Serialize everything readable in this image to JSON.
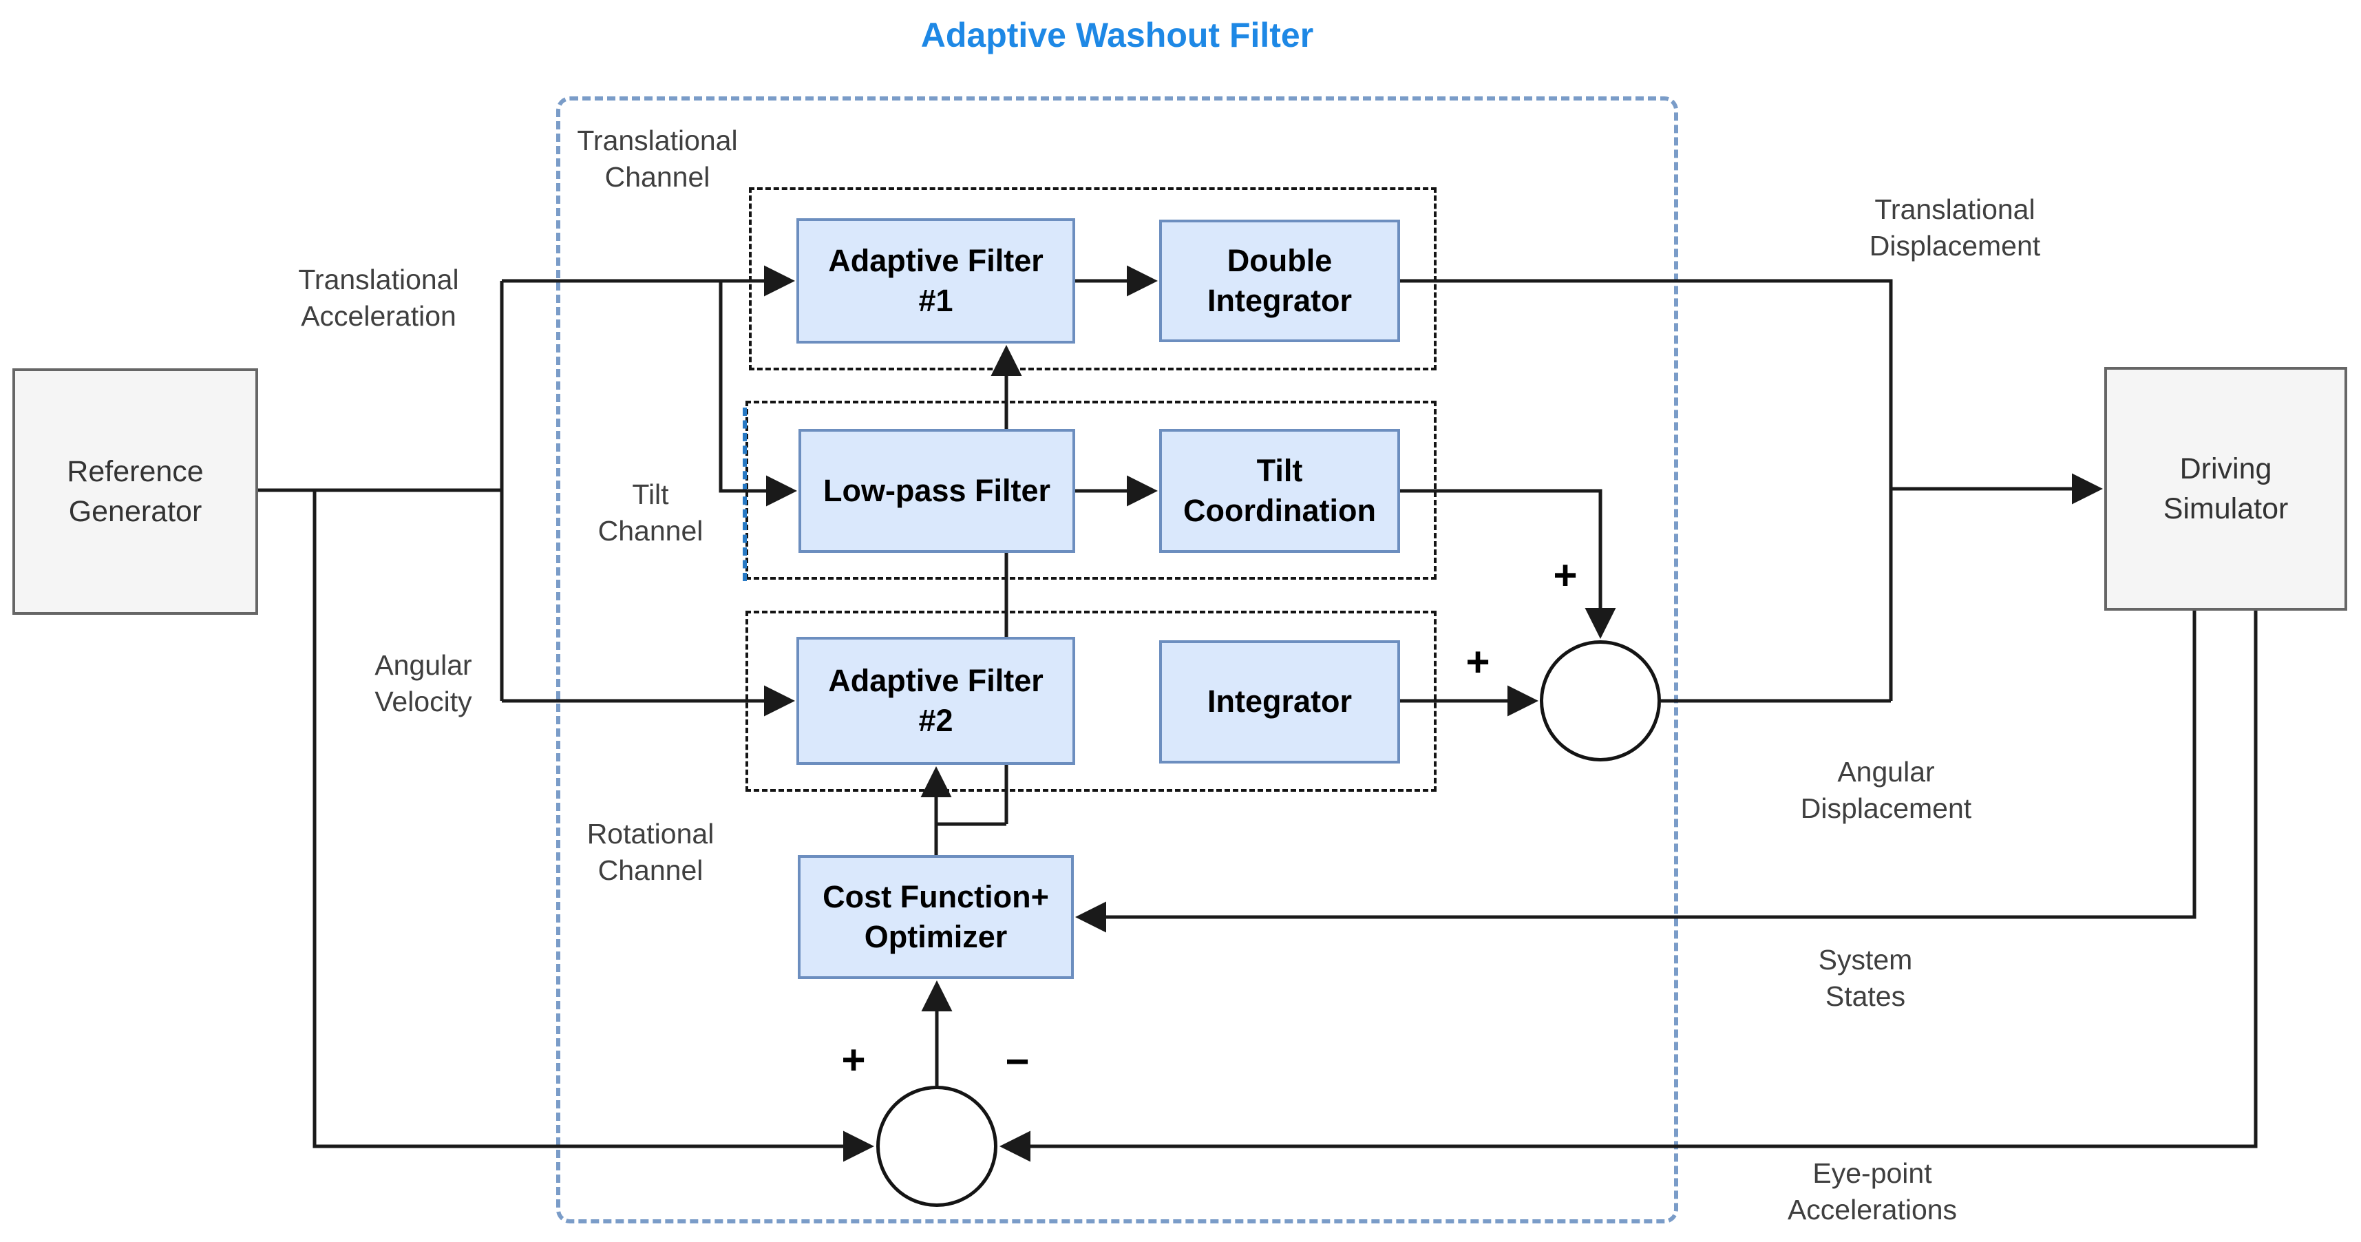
{
  "title": "Adaptive Washout Filter",
  "blocks": {
    "reference_generator": "Reference\nGenerator",
    "driving_simulator": "Driving\nSimulator",
    "adaptive_filter_1": "Adaptive Filter\n#1",
    "double_integrator": "Double\nIntegrator",
    "low_pass_filter": "Low-pass Filter",
    "tilt_coordination": "Tilt\nCoordination",
    "adaptive_filter_2": "Adaptive Filter\n#2",
    "integrator": "Integrator",
    "cost_function_optimizer": "Cost Function+\nOptimizer"
  },
  "channel_labels": {
    "translational": "Translational\nChannel",
    "tilt": "Tilt\nChannel",
    "rotational": "Rotational\nChannel"
  },
  "signal_labels": {
    "translational_acceleration": "Translational\nAcceleration",
    "angular_velocity": "Angular\nVelocity",
    "translational_displacement": "Translational\nDisplacement",
    "angular_displacement": "Angular\nDisplacement",
    "system_states": "System\nStates",
    "eye_point_accelerations": "Eye-point\nAccelerations"
  },
  "signs": {
    "sum_right_top_input": "+",
    "sum_right_left_input": "+",
    "sum_bottom_left_input": "+",
    "sum_bottom_right_input": "−"
  },
  "colors": {
    "title_text": "#1E88E5",
    "filter_block_fill": "#DAE8FC",
    "filter_block_border": "#6C8EBF",
    "outer_block_fill": "#F5F5F5",
    "outer_block_border": "#666666",
    "container_dash": "#7A9CC8",
    "tilt_edge_dash": "#2779C4",
    "channel_dash": "#141414",
    "wire": "#1A1A1A",
    "label_text": "#3F3F3F"
  }
}
